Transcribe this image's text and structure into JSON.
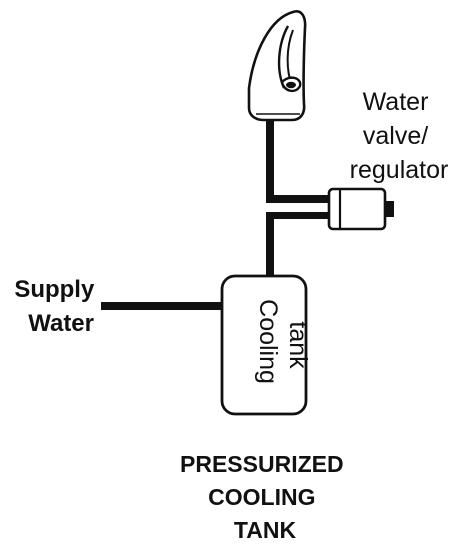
{
  "labels": {
    "water_valve_regulator": [
      "Water",
      "valve/",
      "regulator"
    ],
    "supply_water": [
      "Supply",
      "Water"
    ],
    "cooling_tank": [
      "Cooling",
      "tank"
    ],
    "title": [
      "PRESSURIZED",
      "COOLING",
      "TANK"
    ]
  },
  "colors": {
    "line": "#111111",
    "background": "#ffffff"
  },
  "icons": {
    "faucet": "faucet-icon",
    "valve": "valve-icon"
  }
}
